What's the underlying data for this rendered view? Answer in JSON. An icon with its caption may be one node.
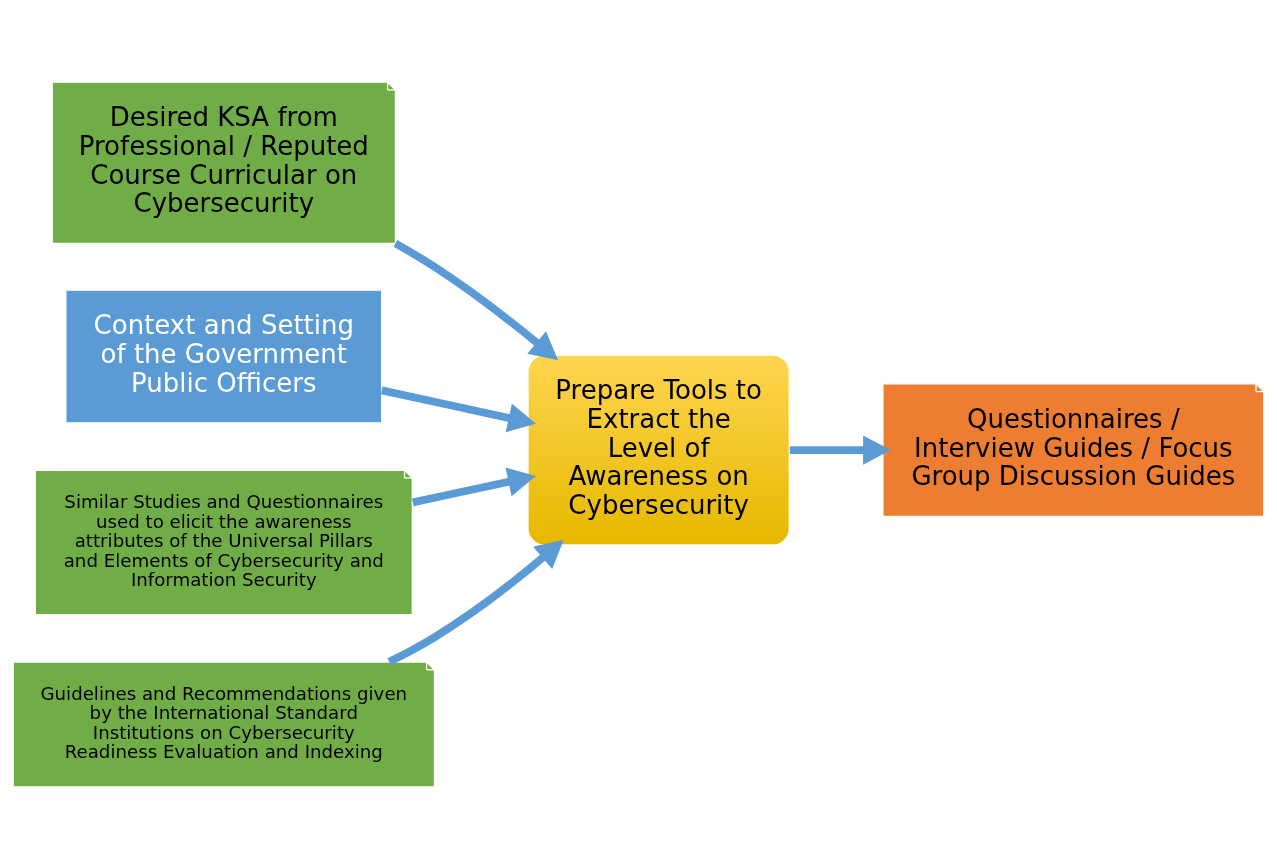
{
  "diagram": {
    "nodes": [
      {
        "text": [
          "Desired KSA from Professional / Reputed Course Curricular on Cybersecurity"
        ]
      },
      {
        "text": [
          "Context and Setting of the Government Public Officers"
        ]
      },
      {
        "text": [
          "Similar Studies and Questionnaires used to elicit the awareness attributes of the Universal Pillars and Elements of Cybersecurity and Information Security"
        ]
      },
      {
        "text": [
          "Guidelines and Recommendations given by the International Standard Institutions on Cybersecurity Readiness Evaluation and Indexing"
        ]
      },
      {
        "text": [
          "Prepare Tools to Extract the Level of Awareness on Cybersecurity"
        ]
      },
      {
        "text": [
          "Questionnaires / Interview Guides / Focus Group Discussion Guides"
        ]
      }
    ],
    "edges": [
      {
        "from": 0,
        "to": 4,
        "arrow": "to"
      },
      {
        "from": 1,
        "to": 4,
        "arrow": "to"
      },
      {
        "from": 2,
        "to": 4,
        "arrow": "to"
      },
      {
        "from": 3,
        "to": 4,
        "arrow": "to"
      },
      {
        "from": 4,
        "to": 5,
        "arrow": "to"
      }
    ]
  }
}
